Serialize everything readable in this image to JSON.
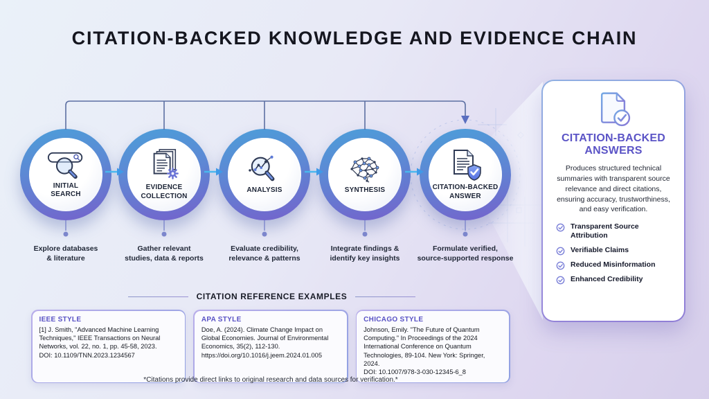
{
  "title": "CITATION-BACKED KNOWLEDGE AND EVIDENCE CHAIN",
  "colors": {
    "ring_blue": "#4f9ad8",
    "ring_purple": "#7168cd",
    "accent_purple": "#5b54c6",
    "arrow_cyan": "#4ab8ee",
    "connector_slate": "#5c6fa2"
  },
  "flow": {
    "steps": [
      {
        "icon": "search-icon",
        "label": "INITIAL\nSEARCH",
        "caption": "Explore databases\n& literature"
      },
      {
        "icon": "documents-gear-icon",
        "label": "EVIDENCE\nCOLLECTION",
        "caption": "Gather relevant\nstudies, data & reports"
      },
      {
        "icon": "chart-magnifier-icon",
        "label": "ANALYSIS",
        "caption": "Evaluate credibility,\nrelevance & patterns"
      },
      {
        "icon": "brain-network-icon",
        "label": "SYNTHESIS",
        "caption": "Integrate findings &\nidentify key insights"
      },
      {
        "icon": "document-shield-icon",
        "label": "CITATION-BACKED\nANSWER",
        "caption": "Formulate verified,\nsource-supported response"
      }
    ]
  },
  "panel": {
    "heading": "CITATION-BACKED\nANSWERS",
    "description": "Produces structured technical summaries with transparent source relevance and direct citations, ensuring accuracy, trustworthiness, and easy verification.",
    "bullets": [
      "Transparent Source Attribution",
      "Verifiable Claims",
      "Reduced Misinformation",
      "Enhanced Credibility"
    ]
  },
  "citations": {
    "heading": "CITATION REFERENCE EXAMPLES",
    "examples": [
      {
        "style": "IEEE STYLE",
        "text": "[1] J. Smith, \"Advanced Machine Learning Techniques,\" IEEE Transactions on Neural Networks, vol. 22, no. 1, pp. 45-58, 2023.\nDOI: 10.1109/TNN.2023.1234567"
      },
      {
        "style": "APA STYLE",
        "text": "Doe, A. (2024). Climate Change Impact on Global Economies. Journal of Environmental Economics, 35(2), 112-130.\nhttps://doi.org/10.1016/j.jeem.2024.01.005"
      },
      {
        "style": "CHICAGO STYLE",
        "text": "Johnson, Emily. \"The Future of Quantum Computing.\" In Proceedings of the 2024 International Conference on Quantum Technologies, 89-104. New York: Springer, 2024.\nDOI: 10.1007/978-3-030-12345-6_8"
      }
    ],
    "footnote": "*Citations provide direct links to original research and data sources for verification.*"
  }
}
